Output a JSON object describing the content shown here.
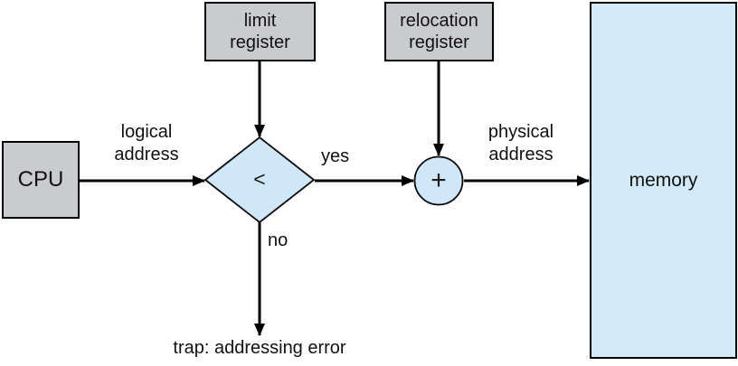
{
  "diagram_type": "flowchart",
  "colors": {
    "register_fill": "#c9cbce",
    "node_fill": "#cfe7f7",
    "memory_fill": "#d3eaf8",
    "stroke": "#000000"
  },
  "nodes": {
    "cpu": {
      "label": "CPU"
    },
    "limit_register": {
      "line1": "limit",
      "line2": "register"
    },
    "relocation_register": {
      "line1": "relocation",
      "line2": "register"
    },
    "comparator": {
      "symbol": "<"
    },
    "adder": {
      "symbol": "+"
    },
    "memory": {
      "label": "memory"
    }
  },
  "labels": {
    "logical_address": {
      "line1": "logical",
      "line2": "address"
    },
    "physical_address": {
      "line1": "physical",
      "line2": "address"
    },
    "yes": "yes",
    "no": "no",
    "trap": "trap: addressing error"
  }
}
